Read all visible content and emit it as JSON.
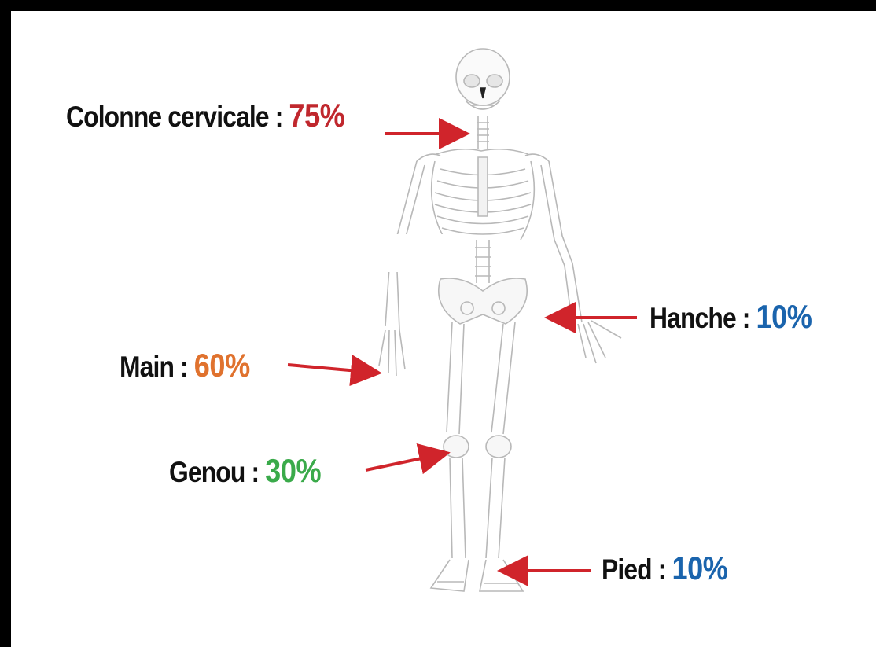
{
  "labels": {
    "cervical": {
      "text": "Colonne cervicale :",
      "value": "75%",
      "color": "#c0272d"
    },
    "hip": {
      "text": "Hanche :",
      "value": "10%",
      "color": "#1a64ad"
    },
    "hand": {
      "text": "Main :",
      "value": "60%",
      "color": "#e0722e"
    },
    "knee": {
      "text": "Genou :",
      "value": "30%",
      "color": "#3aaa4a"
    },
    "foot": {
      "text": "Pied :",
      "value": "10%",
      "color": "#1a64ad"
    }
  },
  "colors": {
    "arrow": "#d0242b",
    "bone_stroke": "#b8b8b8",
    "background": "#ffffff",
    "frame": "#000000"
  },
  "icons": {
    "figure": "skeleton-icon",
    "pointer": "arrow-icon"
  }
}
